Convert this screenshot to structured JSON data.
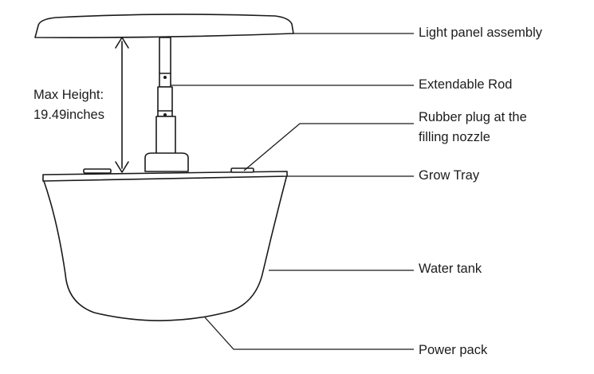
{
  "height_label": {
    "line1": "Max Height:",
    "line2": "19.49inches"
  },
  "callouts": [
    {
      "id": "light-panel",
      "lines": [
        "Light panel assembly"
      ]
    },
    {
      "id": "extendable-rod",
      "lines": [
        "Extendable Rod"
      ]
    },
    {
      "id": "rubber-plug",
      "lines": [
        "Rubber plug at the",
        "filling nozzle"
      ]
    },
    {
      "id": "grow-tray",
      "lines": [
        "Grow Tray"
      ]
    },
    {
      "id": "water-tank",
      "lines": [
        "Water tank"
      ]
    },
    {
      "id": "power-pack",
      "lines": [
        "Power pack"
      ]
    }
  ],
  "colors": {
    "stroke": "#1a1a1a",
    "text": "#1c1c1c",
    "background": "#ffffff"
  }
}
